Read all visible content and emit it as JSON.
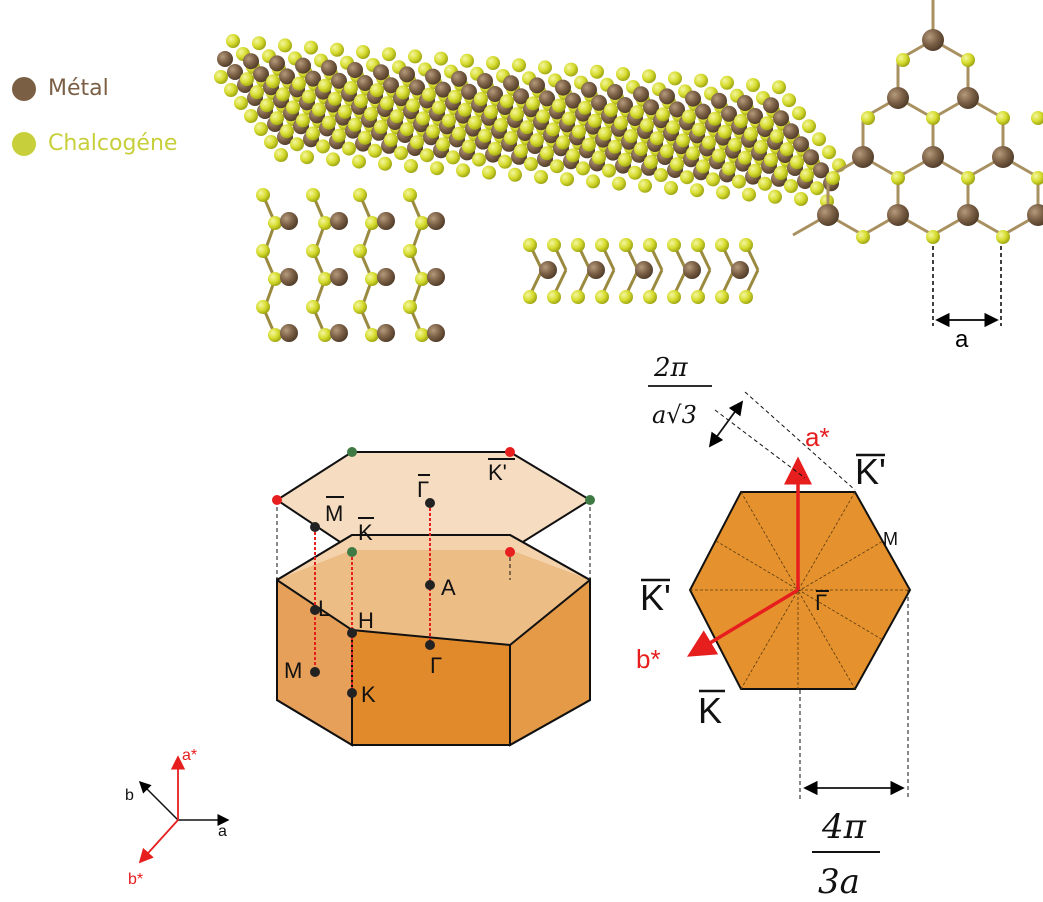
{
  "legend": {
    "metal": {
      "label": "Métal",
      "color": "#7a5f45"
    },
    "chalcogen": {
      "label": "Chalcogéne",
      "color": "#c7cf3a"
    }
  },
  "colors": {
    "metal_atom": "#7a5f45",
    "chalcogen_atom": "#d6dc2e",
    "prism_top": "#f6dcc0",
    "prism_mid": "#edba80",
    "prism_front": "#e08a2c",
    "hexagon_fill": "#e5922e",
    "reciprocal_red": "#e61e1e",
    "green_point": "#3f7a45"
  },
  "lattice_labels": {
    "a": "a",
    "spacing_2pi": "2π",
    "spacing_a_root3": "a√3",
    "spacing_4pi": "4π",
    "spacing_3a": "3a"
  },
  "brillouin_3d": {
    "gamma_bar": "Γ",
    "k_prime_bar": "K'",
    "m_bar": "M",
    "k_bar": "K",
    "a_point": "A",
    "l_point": "L",
    "h_point": "H",
    "gamma": "Γ",
    "m_point": "M",
    "k_point": "K"
  },
  "brillouin_2d": {
    "a_star": "a*",
    "b_star": "b*",
    "k_prime_top": "K'",
    "k_prime_left": "K'",
    "k_bottom": "K",
    "m_label": "M",
    "gamma_bar": "Γ"
  },
  "axes_triad": {
    "a_star": "a*",
    "b": "b",
    "a": "a",
    "b_star": "b*"
  }
}
